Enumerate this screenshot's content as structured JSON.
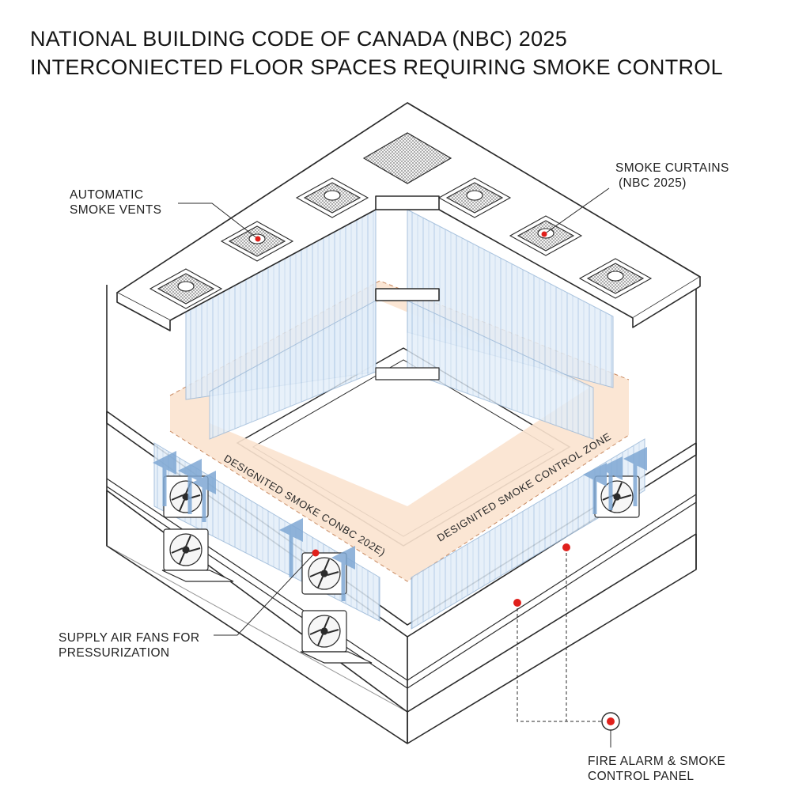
{
  "title": {
    "line1": "NATIONAL BUILDING CODE OF CANADA (NBC) 2025",
    "line2": "INTERCONIECTED FLOOR SPACES REQUIRING SMOKE CONTROL"
  },
  "callouts": {
    "vents": [
      "AUTOMATIC",
      "SMOKE VENTS"
    ],
    "curtains": [
      "SMOKE CURTAINS",
      "(NBC 2025)"
    ],
    "fans": [
      "SUPPLY AIR FANS FOR",
      "PRESSURIZATION"
    ],
    "panel": [
      "FIRE ALARM & SMOKE",
      "CONTROL PANEL"
    ]
  },
  "zone_labels": {
    "left": "DESIGNITED SMOKE CONBC 202E)",
    "right": "DESIGNITED SMOKE CONTROL ZONE"
  },
  "colors": {
    "line": "#2b2b2b",
    "curtain_fill": "#dce9f6",
    "curtain_stroke": "#9ab8d8",
    "zone_fill": "#fbe3cf",
    "zone_edge": "#e8b58d",
    "alarm_red": "#e0201c",
    "arrow_blue": "#7fa8d4"
  }
}
